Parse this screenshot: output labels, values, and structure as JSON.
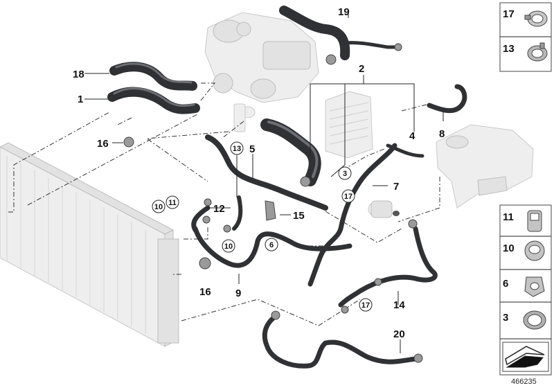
{
  "diagram": {
    "document_number": "466235",
    "main_callouts": {
      "c1": "1",
      "c2": "2",
      "c3": "3",
      "c4": "4",
      "c5": "5",
      "c6": "6",
      "c7": "7",
      "c8": "8",
      "c9": "9",
      "c10": "10",
      "c10b": "10",
      "c11": "11",
      "c12": "12",
      "c13": "13",
      "c14": "14",
      "c15": "15",
      "c16a": "16",
      "c16b": "16",
      "c17a": "17",
      "c17b": "17",
      "c18": "18",
      "c19": "19",
      "c20": "20"
    },
    "legend_top": [
      {
        "number": "17",
        "icon": "hose-clamp-icon"
      },
      {
        "number": "13",
        "icon": "spring-clip-icon"
      }
    ],
    "legend_bottom": [
      {
        "number": "11",
        "icon": "plug-connector-icon"
      },
      {
        "number": "10",
        "icon": "quick-coupling-icon"
      },
      {
        "number": "6",
        "icon": "hose-clip-icon"
      },
      {
        "number": "3",
        "icon": "band-clamp-icon"
      }
    ],
    "symbol_icon": "direction-arrow-icon",
    "colors": {
      "hose": "#2f3134",
      "ghost_part": "#eeeeee",
      "line": "#222222"
    }
  }
}
